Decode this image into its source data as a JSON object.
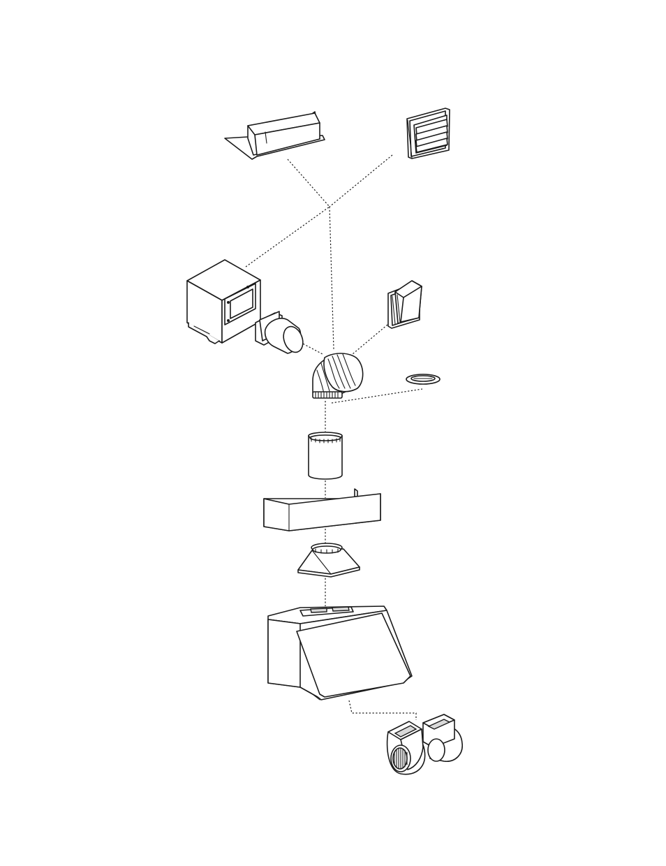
{
  "diagram": {
    "parts": [
      {
        "id": "roof-cap",
        "icon": "roof-cap-icon"
      },
      {
        "id": "wall-louver",
        "icon": "wall-louver-icon"
      },
      {
        "id": "inline-blower",
        "icon": "inline-blower-icon"
      },
      {
        "id": "wall-cap",
        "icon": "wall-cap-icon"
      },
      {
        "id": "round-adapter",
        "icon": "round-adapter-icon"
      },
      {
        "id": "elbow-duct",
        "icon": "elbow-duct-icon"
      },
      {
        "id": "damper-ring",
        "icon": "damper-ring-icon"
      },
      {
        "id": "straight-duct",
        "icon": "straight-duct-icon"
      },
      {
        "id": "duct-cover",
        "icon": "duct-cover-icon"
      },
      {
        "id": "transition-piece",
        "icon": "transition-piece-icon"
      },
      {
        "id": "range-hood",
        "icon": "range-hood-icon"
      },
      {
        "id": "internal-blower",
        "icon": "internal-blower-icon"
      }
    ],
    "colors": {
      "line": "#1a1a1a",
      "background": "#ffffff",
      "shade": "#d9d9d9"
    }
  }
}
